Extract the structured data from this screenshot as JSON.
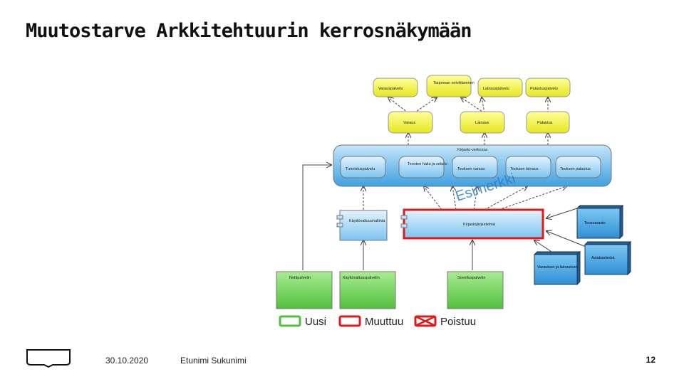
{
  "title": "Muutostarve Arkkitehtuurin kerrosnäkymään",
  "diagram": {
    "yellow_top": [
      "Varauspalvelu",
      "Tarjonnan selvittäminen",
      "Lainauspalvelu",
      "Palautuspalvelu"
    ],
    "yellow_mid": [
      "Varaus",
      "Lainaus",
      "Palautus"
    ],
    "network_label": "Kirjasto-verkossa",
    "blue_services": [
      "Tunnistuspalvelu",
      "Teosten haku ja selailu",
      "Teoksen varaus",
      "Teoksen lainaus",
      "Teoksen palautus"
    ],
    "watermark": "Esimerkki",
    "auth_interface": "Käyttövaltuushallinta",
    "library_system": "Kirjastojärjestelmä",
    "data_objects": [
      "Teosvarasto",
      "Asiakastiedot",
      "Varaukset ja lainaukset"
    ],
    "green_nodes": [
      "Nettipalvelin",
      "Käyttövaltuuspalvelin",
      "Sovelluspalvelin"
    ],
    "legend": {
      "new": "Uusi",
      "changed": "Muuttuu",
      "removed": "Poistuu"
    },
    "colors": {
      "yellow": "#f2f23c",
      "blue": "#3fa7e8",
      "green": "#5fcb4a",
      "red": "#e01a1a"
    }
  },
  "footer": {
    "logo": "Helsinki",
    "date": "30.10.2020",
    "author": "Etunimi Sukunimi",
    "page": "12"
  }
}
